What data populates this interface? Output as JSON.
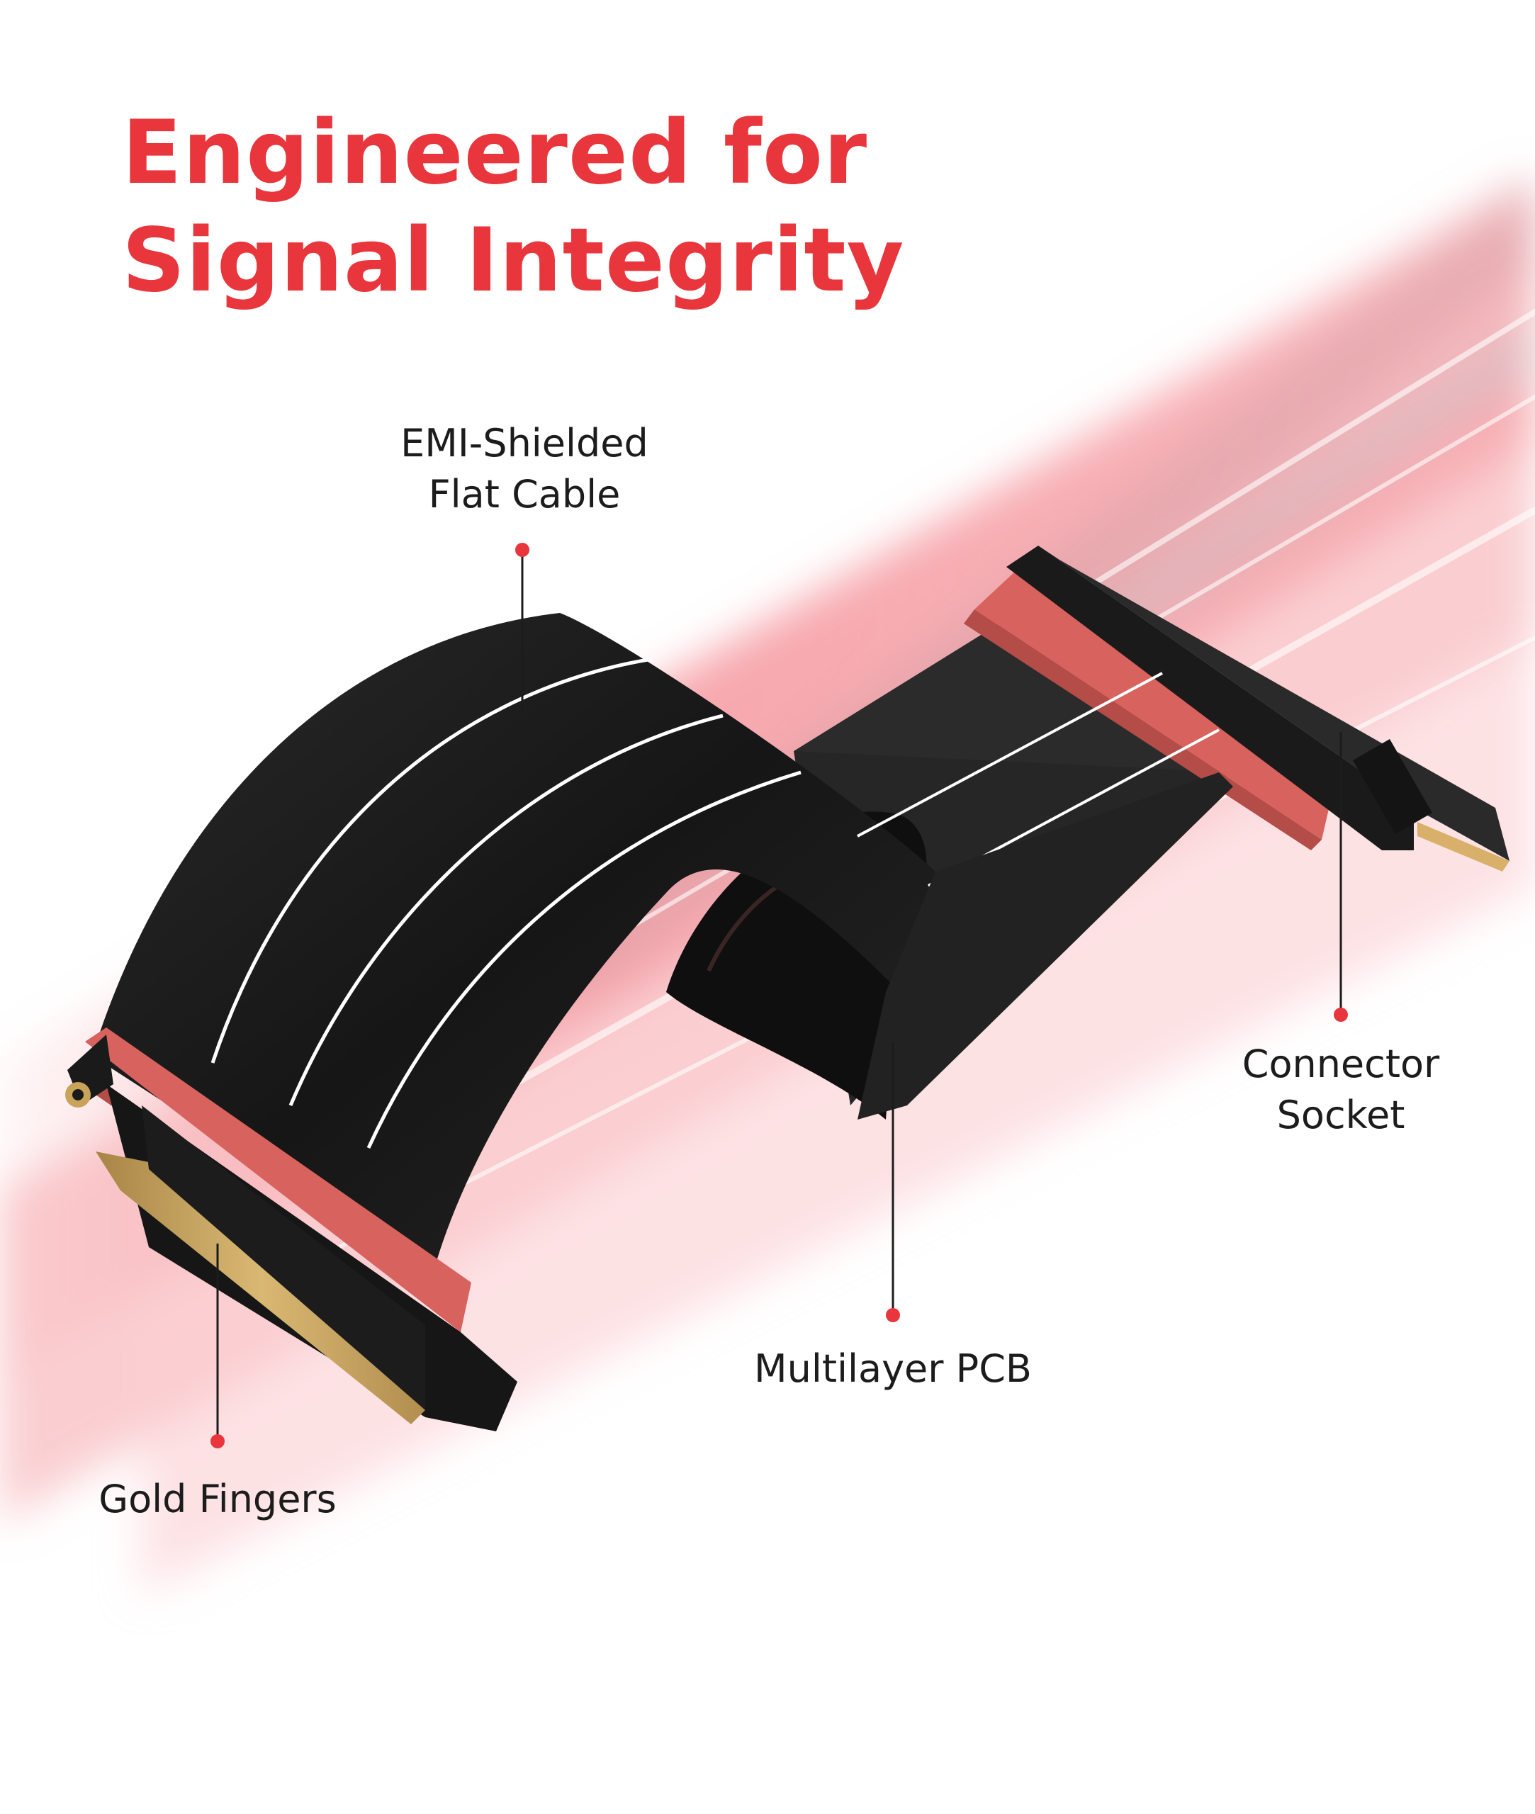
{
  "headline": {
    "line1": "Engineered for",
    "line2": "Signal Integrity"
  },
  "callouts": {
    "emi_cable": {
      "line1": "EMI-Shielded",
      "line2": "Flat Cable"
    },
    "connector_socket": {
      "line1": "Connector",
      "line2": "Socket"
    },
    "multilayer_pcb": {
      "line1": "Multilayer PCB"
    },
    "gold_fingers": {
      "line1": "Gold Fingers"
    }
  },
  "colors": {
    "accent": "#e8363c",
    "text": "#1c1c1c",
    "cable": "#1e1e1e",
    "connector": "#d8625d",
    "gold": "#c8a25c"
  }
}
